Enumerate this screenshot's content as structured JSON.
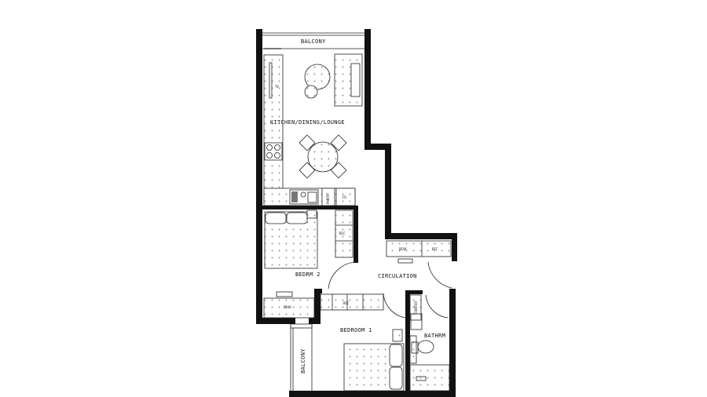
{
  "plan": {
    "rooms": {
      "balcony_top": "BALCONY",
      "kitchen": "KITCHEN/DINING/LOUNGE",
      "bedroom2": "BEDRM 2",
      "circulation": "CIRCULATION",
      "bedroom1": "BEDROOM 1",
      "bathroom": "BATHRM",
      "balcony_side": "BALCONY"
    },
    "fixtures": {
      "tv": "TV",
      "pantry": "PANTRY",
      "fridge": "FD",
      "bic_bedroom2": "BIC",
      "desk_bedroom2": "DESK",
      "bic_bedroom1": "BIC",
      "desk_circulation": "DESK",
      "bic_circulation": "BIC",
      "counter": "COUNTER"
    },
    "colors": {
      "wall": "#111111",
      "background": "#ffffff"
    }
  }
}
